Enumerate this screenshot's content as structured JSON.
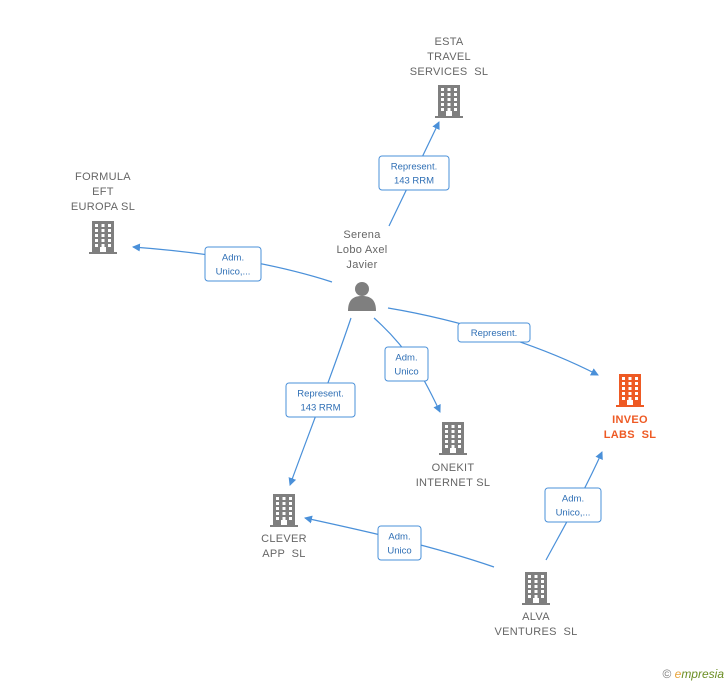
{
  "colors": {
    "company": "#7f7f7f",
    "main_company": "#ee5a24",
    "person": "#7f7f7f",
    "edge": "#4a90d9",
    "edge_text": "#2f6fb5"
  },
  "nodes": [
    {
      "id": "esta",
      "type": "company",
      "icon": "building-icon",
      "lines": [
        "ESTA",
        "TRAVEL",
        "SERVICES  SL"
      ]
    },
    {
      "id": "formula",
      "type": "company",
      "icon": "building-icon",
      "lines": [
        "FORMULA",
        "EFT",
        "EUROPA SL"
      ]
    },
    {
      "id": "person",
      "type": "person",
      "icon": "person-icon",
      "lines": [
        "Serena",
        "Lobo Axel",
        "Javier"
      ]
    },
    {
      "id": "inveo",
      "type": "main_company",
      "icon": "building-icon",
      "lines": [
        "INVEO",
        "LABS  SL"
      ]
    },
    {
      "id": "onekit",
      "type": "company",
      "icon": "building-icon",
      "lines": [
        "ONEKIT",
        "INTERNET SL"
      ]
    },
    {
      "id": "clever",
      "type": "company",
      "icon": "building-icon",
      "lines": [
        "CLEVER",
        "APP  SL"
      ]
    },
    {
      "id": "alva",
      "type": "company",
      "icon": "building-icon",
      "lines": [
        "ALVA",
        "VENTURES  SL"
      ]
    }
  ],
  "edges": [
    {
      "from": "person",
      "to": "esta",
      "label": [
        "Represent.",
        "143 RRM"
      ]
    },
    {
      "from": "person",
      "to": "formula",
      "label": [
        "Adm.",
        "Unico,..."
      ]
    },
    {
      "from": "person",
      "to": "inveo",
      "label": [
        "Represent."
      ]
    },
    {
      "from": "person",
      "to": "onekit",
      "label": [
        "Adm.",
        "Unico"
      ]
    },
    {
      "from": "person",
      "to": "clever",
      "label": [
        "Represent.",
        "143 RRM"
      ]
    },
    {
      "from": "alva",
      "to": "clever",
      "label": [
        "Adm.",
        "Unico"
      ]
    },
    {
      "from": "alva",
      "to": "inveo",
      "label": [
        "Adm.",
        "Unico,..."
      ]
    }
  ],
  "watermark": {
    "copyright": "©",
    "brand_first": "e",
    "brand_rest": "mpresia"
  }
}
